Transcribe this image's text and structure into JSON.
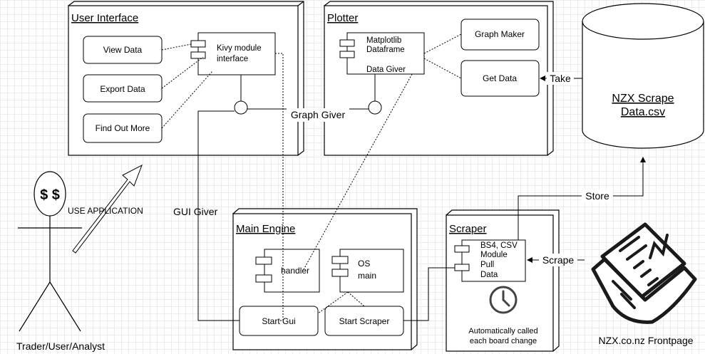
{
  "nodes": {
    "user_interface": {
      "title": "User Interface",
      "buttons": [
        "View Data",
        "Export Data",
        "Find Out More"
      ],
      "component": [
        "Kivy module",
        "interface"
      ]
    },
    "plotter": {
      "title": "Plotter",
      "component": [
        "Matplotlib",
        "Dataframe",
        "",
        "Data Giver"
      ],
      "graph_maker": "Graph Maker",
      "get_data": "Get Data"
    },
    "datastore": {
      "lines": [
        "NZX Scrape",
        "Data.csv"
      ]
    },
    "main_engine": {
      "title": "Main Engine",
      "handler": "handler",
      "os_main": [
        "OS",
        "main"
      ],
      "start_gui": "Start Gui",
      "start_scraper": "Start Scraper"
    },
    "scraper": {
      "title": "Scraper",
      "component": [
        "BS4, CSV",
        "Module",
        "Pull",
        "Data"
      ],
      "clock_note": [
        "Automatically called",
        "each board change"
      ]
    },
    "actor": {
      "glyph": "$ $",
      "label": "Trader/User/Analyst"
    },
    "newspaper": {
      "label": "NZX.co.nz Frontpage"
    }
  },
  "edges": {
    "take": "Take",
    "graph_giver": "Graph Giver",
    "gui_giver": "GUI Giver",
    "store": "Store",
    "scrape": "Scrape",
    "use_application": "USE APPLICATION"
  }
}
